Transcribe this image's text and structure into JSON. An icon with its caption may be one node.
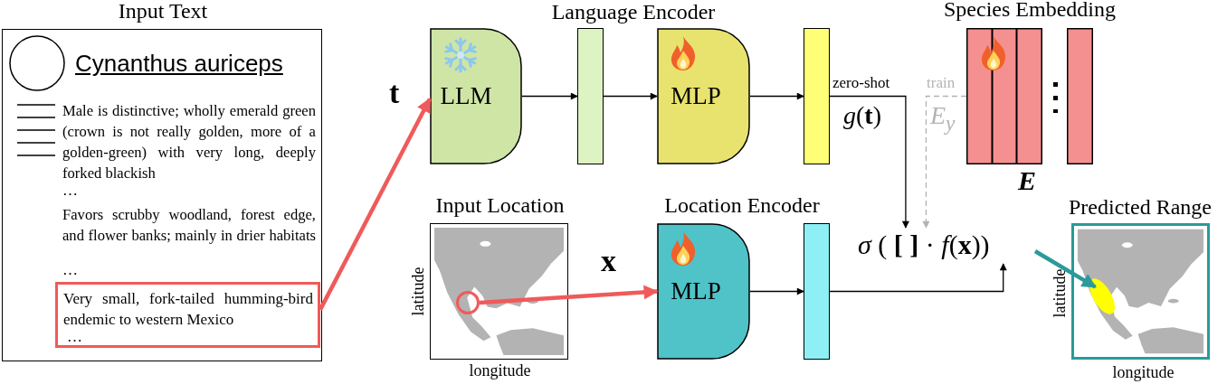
{
  "diagram": {
    "nodes": [
      {
        "text": [
          "Input Text",
          "Cynanthus auriceps",
          "Male is distinctive; wholly emerald green (crown is not really golden, more of a golden-green) with very long, deeply forked blackish",
          "…",
          "Favors scrubby woodland, forest edge, and flower banks; mainly in drier habitats",
          "…"
        ]
      },
      {
        "text": [
          "Very small, fork-tailed humming-bird endemic to western Mexico",
          "…"
        ],
        "in": 0
      },
      {
        "text": [
          "LLM"
        ]
      },
      {
        "text": [],
        "shape": "bar"
      },
      {
        "text": [
          "MLP"
        ]
      },
      {
        "text": [],
        "shape": "bar"
      },
      {
        "text": [
          "Species Embedding"
        ],
        "beside": [
          "E"
        ]
      },
      {
        "text": [
          "Input Location"
        ],
        "beside": [
          "latitude",
          "longitude"
        ]
      },
      {
        "text": [],
        "shape": "circle",
        "in": 7
      },
      {
        "text": [
          "MLP"
        ]
      },
      {
        "text": [],
        "shape": "bar"
      },
      {
        "text": [
          "*σ* ( **[ ]** · *f*(**x**))"
        ]
      },
      {
        "text": [
          "Predicted Range"
        ],
        "beside": [
          "latitude",
          "longitude"
        ]
      },
      {
        "text": [],
        "shape": "circle",
        "in": 12
      }
    ],
    "edges": [
      {
        "from": 1,
        "to": 2,
        "arrow": "to",
        "label": "t",
        "style": "thick",
        "color": "#f05a5a"
      },
      {
        "from": 2,
        "to": 3,
        "arrow": "to"
      },
      {
        "from": 3,
        "to": 4,
        "arrow": "to"
      },
      {
        "from": 4,
        "to": 5,
        "arrow": "to"
      },
      {
        "from": 5,
        "to": 11,
        "arrow": "to",
        "label": "zero-shot"
      },
      {
        "from": 6,
        "to": 11,
        "arrow": "to",
        "label": "train",
        "style": "dashed",
        "color": "#b3b3b3"
      },
      {
        "from": 8,
        "to": 9,
        "arrow": "to",
        "label": "x",
        "style": "thick",
        "color": "#f05a5a"
      },
      {
        "from": 9,
        "to": 10,
        "arrow": "to"
      },
      {
        "from": 10,
        "to": 11,
        "arrow": "to"
      },
      {
        "from": 11,
        "to": 13,
        "arrow": "to",
        "style": "thick",
        "color": "#2a9a9a"
      }
    ],
    "labels": [
      "Language Encoder",
      "*g*(**t**)",
      "*E*$_{y}$",
      "Location Encoder"
    ]
  }
}
